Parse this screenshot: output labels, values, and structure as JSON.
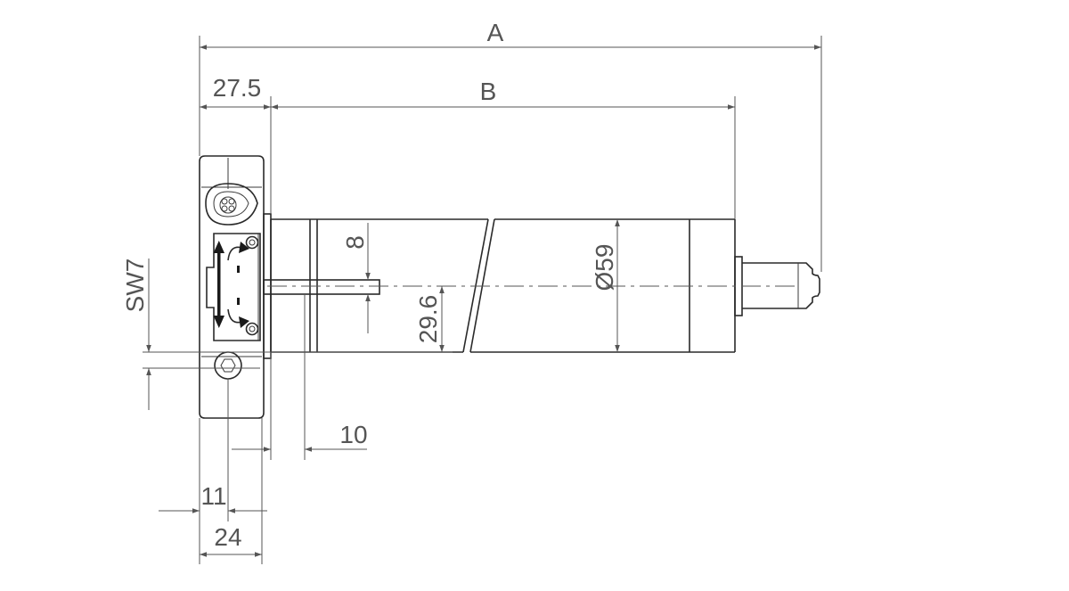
{
  "dimensions": {
    "overall_length": "A",
    "motor_length": "B",
    "flange_width": "27.5",
    "centre_offset": "8",
    "diameter": "Ø59",
    "axis_height": "29.6",
    "spigot_length": "10",
    "screw_offset": "11",
    "base_width": "24",
    "wrench_size": "SW7"
  },
  "colors": {
    "outline": "#2a2a2a",
    "dimension": "#555555",
    "text": "#555555"
  },
  "icons": {
    "cable_gland": "cable-gland-icon",
    "screw": "hex-socket-screw-icon",
    "rotation": "rotation-direction-icon"
  }
}
